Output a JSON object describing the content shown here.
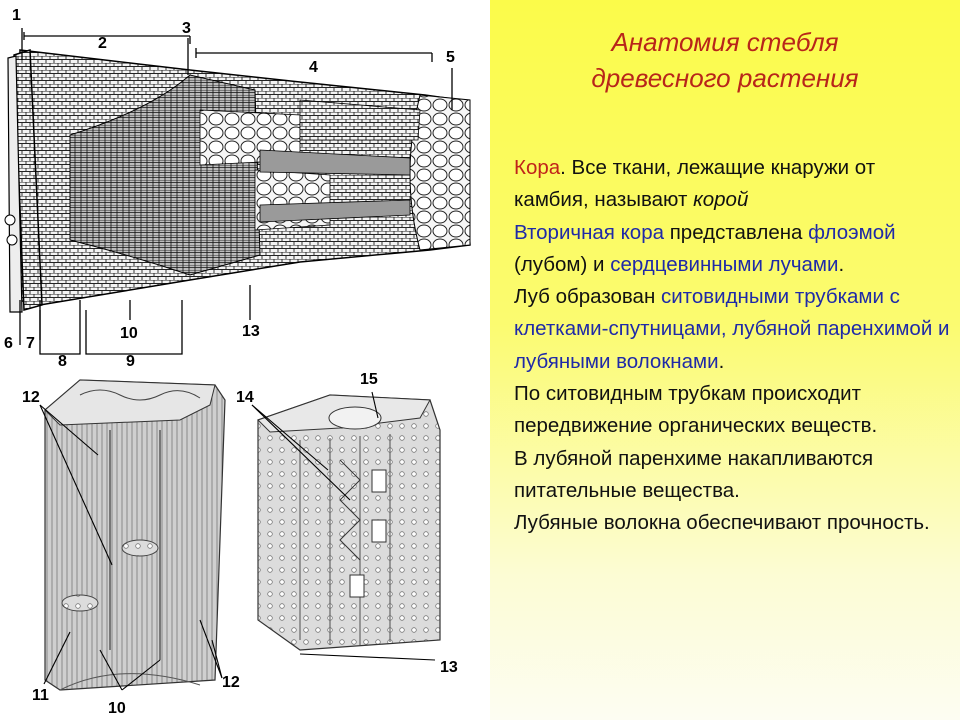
{
  "title": {
    "line1": "Анатомия стебля",
    "line2": "древесного растения"
  },
  "paragraphs": {
    "p1": {
      "kora": "Кора",
      "t1": ". Все ткани, лежащие кнаружи от камбия, называют ",
      "koroy": "корой"
    },
    "p2": {
      "vtor": "Вторичная кора",
      "t1": " представлена ",
      "floema": "флоэмой",
      "t2": " (лубом) и ",
      "serdc": "сердцевинными лучами",
      "t3": "."
    },
    "p3": {
      "t1": "Луб образован ",
      "blue": "ситовидными трубками с клетками-спутницами, лубяной паренхимой и лубяными волокнами",
      "t2": "."
    },
    "p4": "По ситовидным трубкам происходит передвижение органических веществ.",
    "p5": "В лубяной паренхиме накапливаются питательные вещества.",
    "p6": "Лубяные волокна обеспечивают прочность."
  },
  "figure_labels": {
    "l1": "1",
    "l2": "2",
    "l3": "3",
    "l4": "4",
    "l5": "5",
    "l6": "6",
    "l7": "7",
    "l8": "8",
    "l9": "9",
    "l10": "10",
    "l13": "13",
    "b12a": "12",
    "b11": "11",
    "b10": "10",
    "b12b": "12",
    "b14": "14",
    "b15": "15",
    "b13": "13"
  },
  "colors": {
    "title_red": "#b8251a",
    "term_red": "#c0241a",
    "term_blue": "#1f2aa8",
    "panel_yellow": "#fbfb4a"
  }
}
